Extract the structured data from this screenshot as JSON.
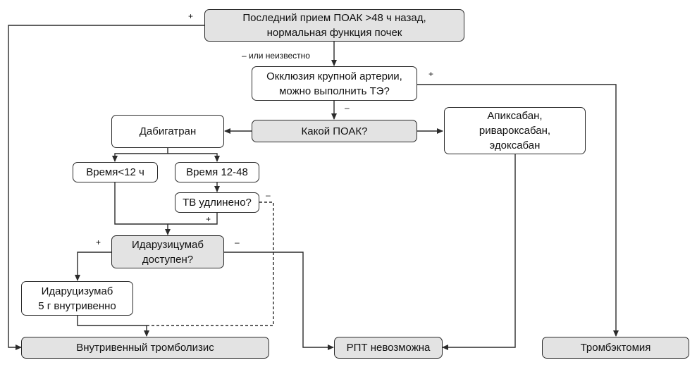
{
  "nodes": {
    "last_dose": {
      "text": "Последний прием ПОАК >48 ч назад,\nнормальная функция почек"
    },
    "occlusion": {
      "text": "Окклюзия крупной артерии,\nможно выполнить ТЭ?"
    },
    "which_doac": {
      "text": "Какой ПОАК?"
    },
    "dabigatran": {
      "text": "Дабигатран"
    },
    "xaban": {
      "text": "Апиксабан,\nривароксабан,\nэдоксабан"
    },
    "time_lt12": {
      "text": "Время<12 ч"
    },
    "time_12_48": {
      "text": "Время 12-48"
    },
    "tt_prolonged": {
      "text": "ТВ удлинено?"
    },
    "idarucizumab_available": {
      "text": "Идарузицумаб\nдоступен?"
    },
    "idarucizumab_dose": {
      "text": "Идаруцизумаб\n5 г внутривенно"
    },
    "iv_thrombolysis": {
      "text": "Внутривенный тромболизис"
    },
    "no_rpt": {
      "text": "РПТ невозможна"
    },
    "thrombectomy": {
      "text": "Тромбэктомия"
    }
  },
  "edge_labels": {
    "last_dose_yes": "+",
    "last_dose_no": "– или неизвестно",
    "occlusion_yes": "+",
    "occlusion_no": "–",
    "tt_no": "–",
    "tt_yes": "+",
    "ida_yes": "+",
    "ida_no": "–"
  },
  "colors": {
    "grey_box": "#e3e3e3",
    "line": "#2b2b2b"
  }
}
